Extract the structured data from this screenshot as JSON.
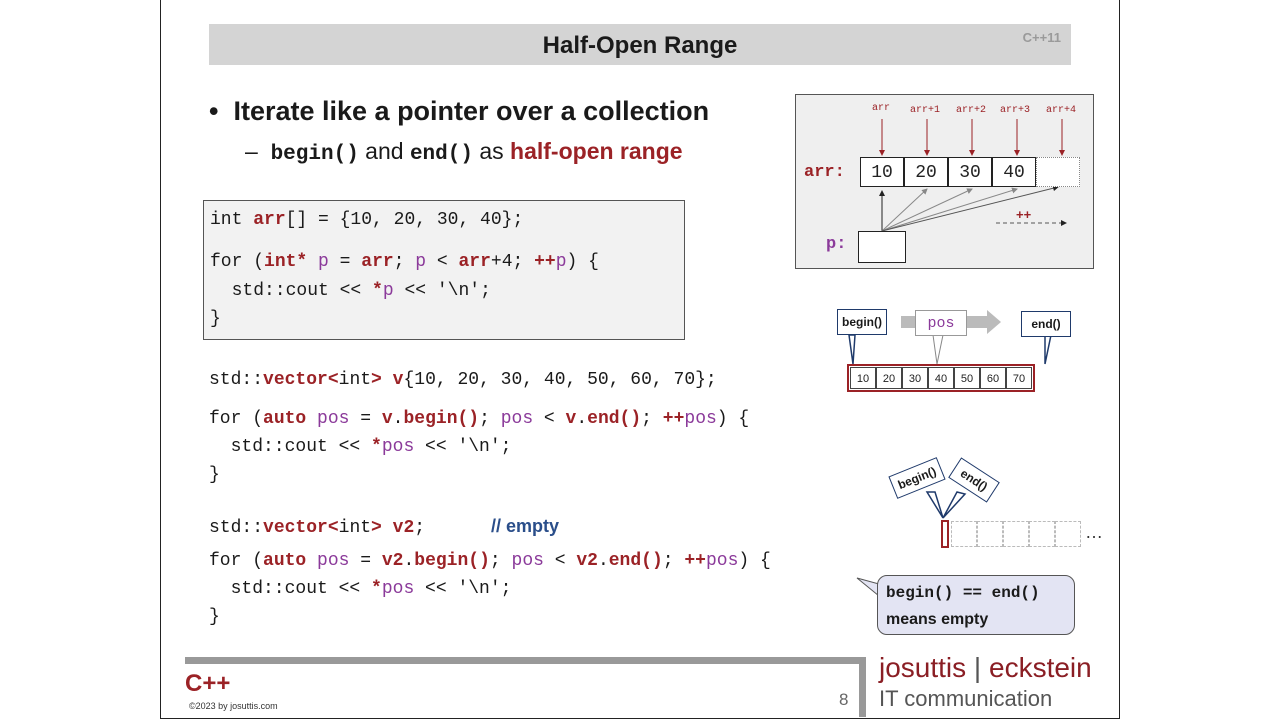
{
  "title": "Half-Open Range",
  "version": "C++11",
  "bullet": "Iterate like a pointer over a collection",
  "sub": {
    "dash": "–",
    "begin": "begin()",
    "and": " and ",
    "end": "end()",
    "as": " as ",
    "range": "half-open range"
  },
  "code1": {
    "l1_a": "int ",
    "l1_b": "arr",
    "l1_c": "[] = {10, 20, 30, 40};",
    "l2_a": "for (",
    "l2_b": "int*",
    "l2_c": " ",
    "l2_d": "p",
    "l2_e": " = ",
    "l2_f": "arr",
    "l2_g": "; ",
    "l2_h": "p",
    "l2_i": " < ",
    "l2_j": "arr",
    "l2_k": "+4; ",
    "l2_l": "++",
    "l2_m": "p",
    "l2_n": ") {",
    "l3_a": "  std::cout << ",
    "l3_b": "*",
    "l3_c": "p",
    "l3_d": " << '\\n';",
    "l4": "}"
  },
  "code2": {
    "l1_a": "std::",
    "l1_b": "vector<",
    "l1_c": "int",
    "l1_d": "> ",
    "l1_e": "v",
    "l1_f": "{10, 20, 30, 40, 50, 60, 70};",
    "l2_a": "for (",
    "l2_b": "auto",
    "l2_c": " ",
    "l2_d": "pos",
    "l2_e": " = ",
    "l2_f": "v",
    "l2_g": ".",
    "l2_h": "begin()",
    "l2_i": "; ",
    "l2_j": "pos",
    "l2_k": " < ",
    "l2_l": "v",
    "l2_m": ".",
    "l2_n": "end()",
    "l2_o": "; ",
    "l2_p": "++",
    "l2_q": "pos",
    "l2_r": ") {",
    "l3_a": "  std::cout << ",
    "l3_b": "*",
    "l3_c": "pos",
    "l3_d": " << '\\n';",
    "l4": "}"
  },
  "code3": {
    "l1_a": "std::",
    "l1_b": "vector<",
    "l1_c": "int",
    "l1_d": "> ",
    "l1_e": "v2",
    "l1_f": ";",
    "comment": "// empty",
    "l2_a": "for (",
    "l2_b": "auto",
    "l2_c": " ",
    "l2_d": "pos",
    "l2_e": " = ",
    "l2_f": "v2",
    "l2_g": ".",
    "l2_h": "begin()",
    "l2_i": "; ",
    "l2_j": "pos",
    "l2_k": " < ",
    "l2_l": "v2",
    "l2_m": ".",
    "l2_n": "end()",
    "l2_o": "; ",
    "l2_p": "++",
    "l2_q": "pos",
    "l2_r": ") {",
    "l3_a": "  std::cout << ",
    "l3_b": "*",
    "l3_c": "pos",
    "l3_d": " << '\\n';",
    "l4": "}"
  },
  "diagram1": {
    "labels": [
      "arr",
      "arr+1",
      "arr+2",
      "arr+3",
      "arr+4"
    ],
    "arr_label": "arr:",
    "values": [
      "10",
      "20",
      "30",
      "40"
    ],
    "p_label": "p:",
    "incr": "++"
  },
  "diagram2": {
    "begin": "begin()",
    "pos": "pos",
    "end": "end()",
    "values": [
      "10",
      "20",
      "30",
      "40",
      "50",
      "60",
      "70"
    ]
  },
  "diagram3": {
    "begin": "begin()",
    "end": "end()",
    "dots": "…"
  },
  "note": {
    "code": "begin() == end()",
    "text": "means empty"
  },
  "footer": {
    "cpp": "C++",
    "copyright": "©2023 by josuttis.com",
    "page": "8",
    "brand_a": "josuttis",
    "brand_sep": " | ",
    "brand_b": "eckstein",
    "brand_sub": "IT communication"
  },
  "colors": {
    "accent_red": "#9b2226",
    "purple": "#8b3a9a",
    "blue": "#2a4e8a",
    "title_bar": "#d4d4d4"
  }
}
